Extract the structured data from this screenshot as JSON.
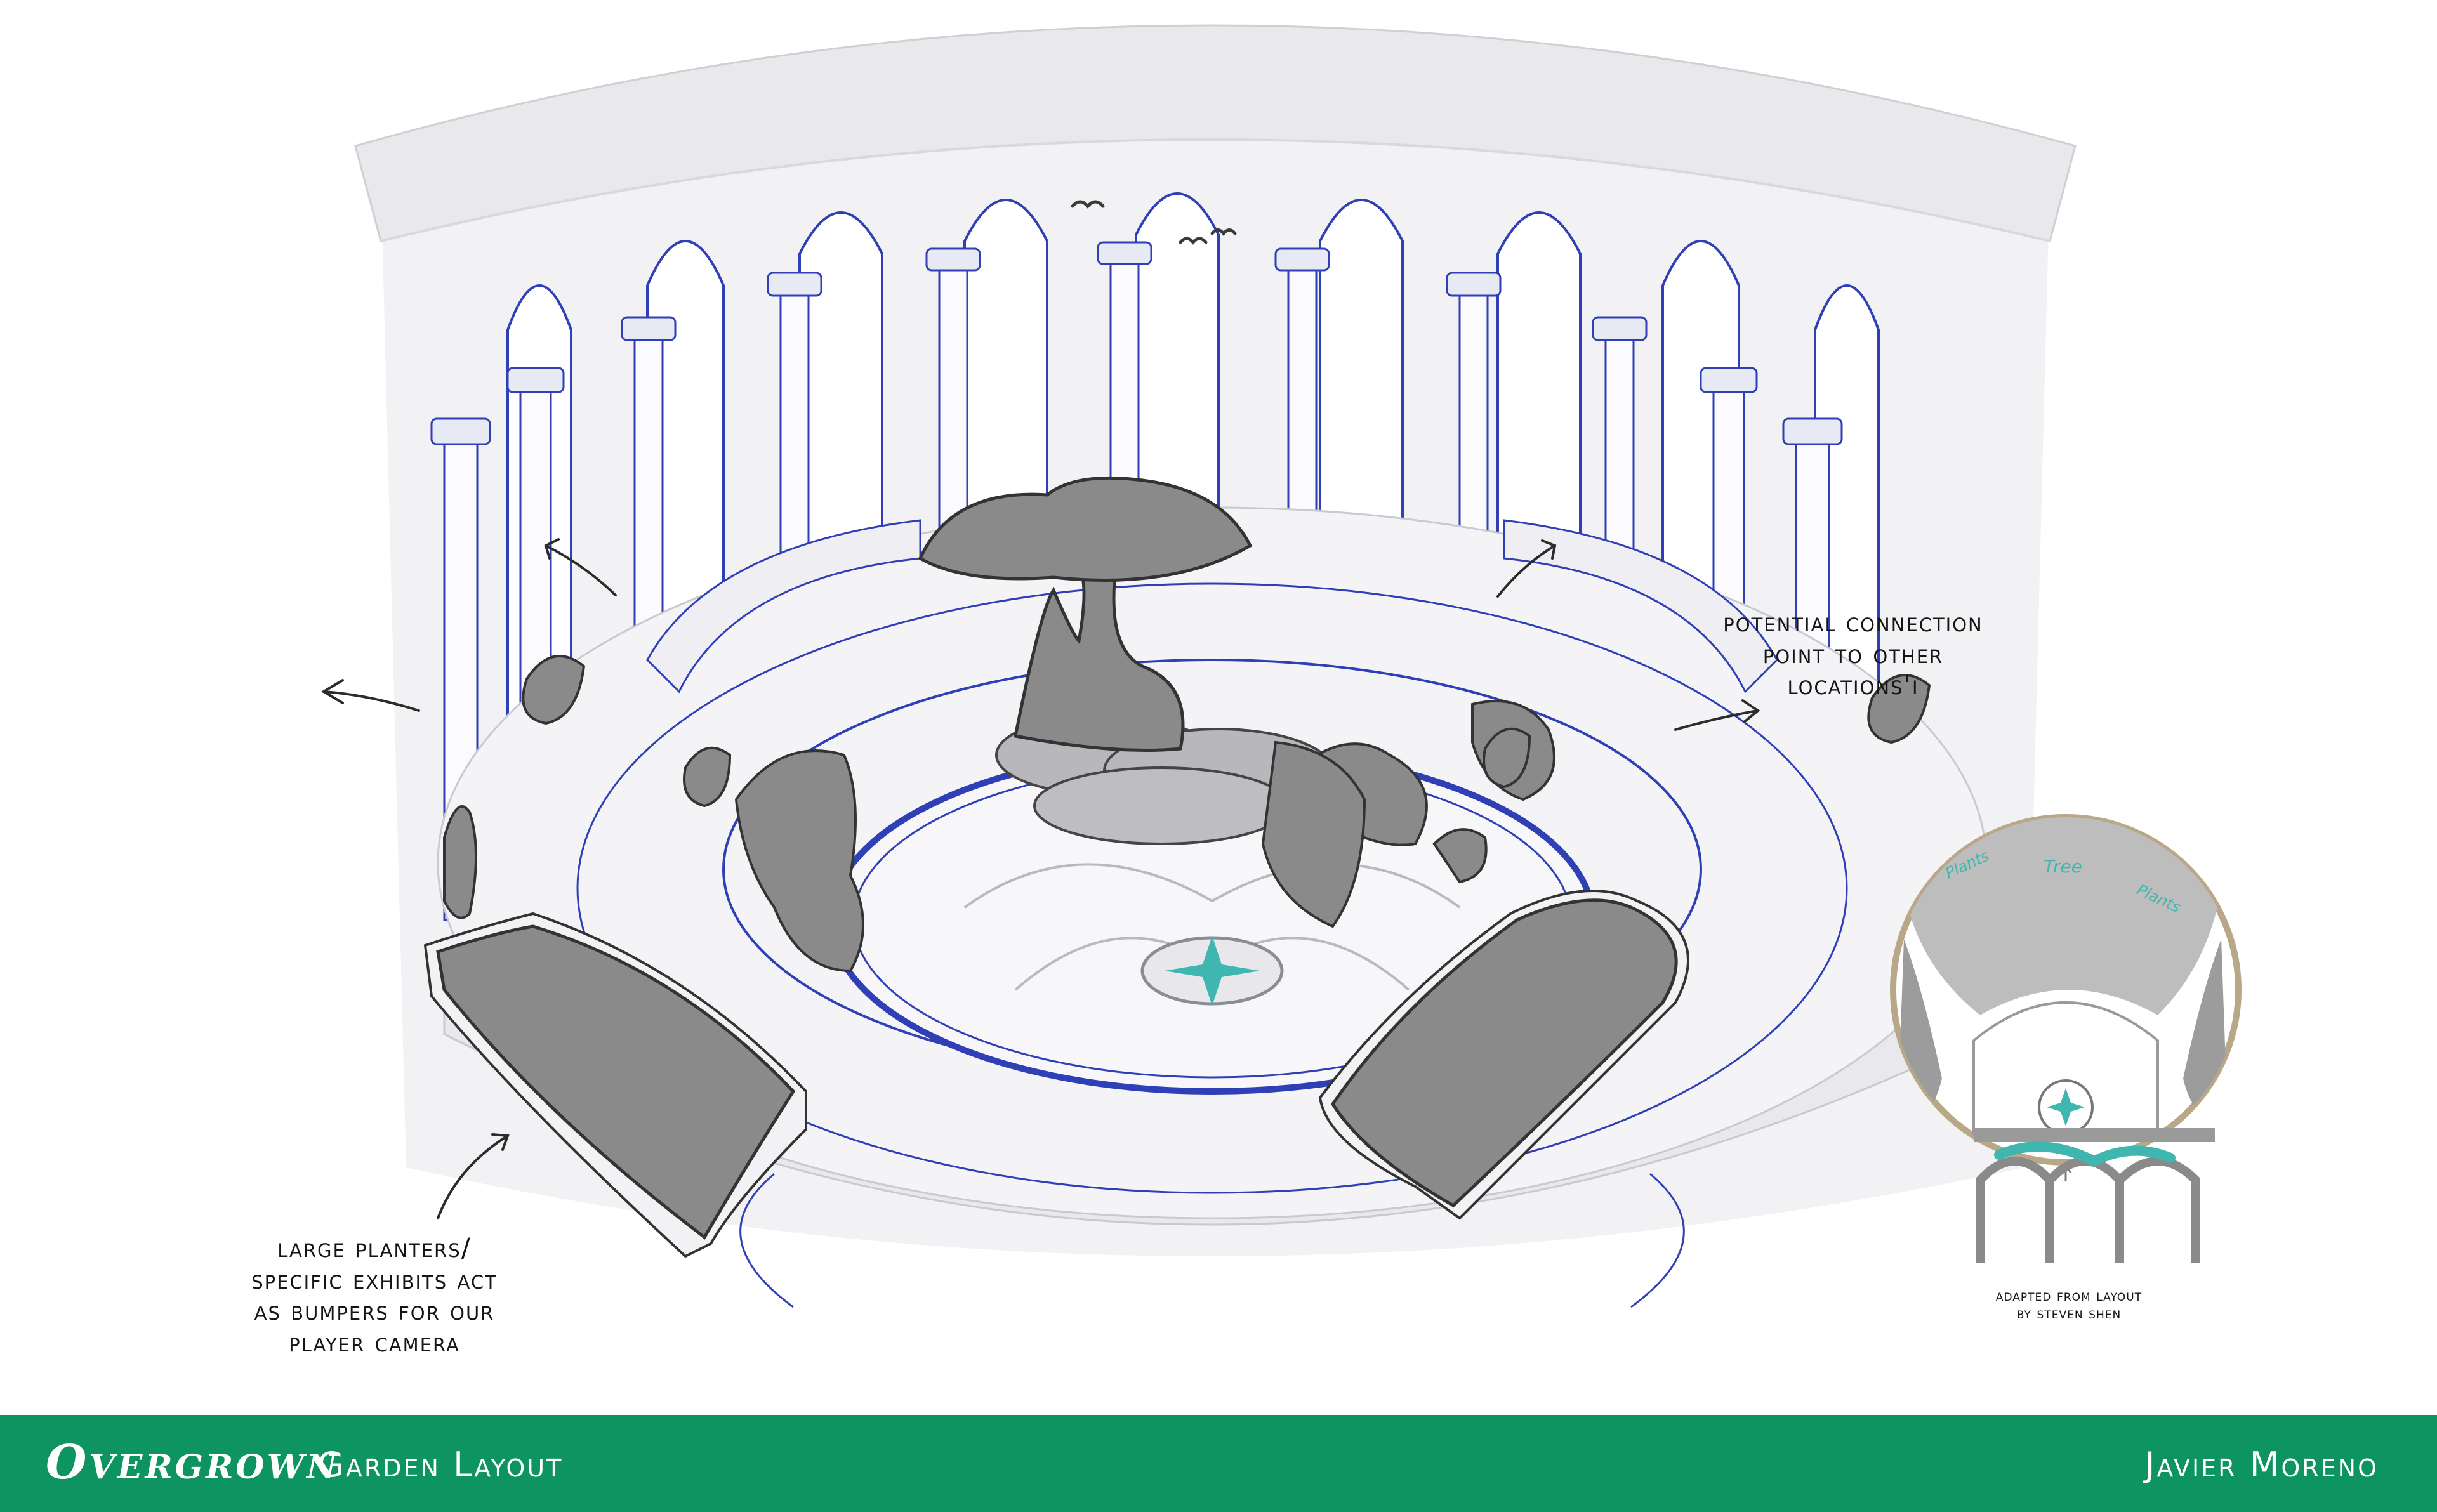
{
  "notes": {
    "planters": [
      "LARGE PLANTERS/",
      "SPECIFIC EXHIBITS ACT",
      "AS BUMPERS FOR OUR",
      "PLAYER CAMERA"
    ],
    "connection": [
      "POTENTIAL CONNECTION",
      "POINT TO OTHER",
      "LOCATIONS'I"
    ],
    "credit": [
      "ADAPTED FROM LAYOUT",
      "BY STEVEN SHEN"
    ]
  },
  "thumbnail_labels": {
    "left": "Plants",
    "center": "Tree",
    "right": "Plants"
  },
  "footer": {
    "brand": "Overgrown",
    "section": "Garden Layout",
    "author": "Javier Moreno"
  },
  "colors": {
    "footer_bg": "#0d9460",
    "accent_blue": "#2f3fb5",
    "accent_teal": "#3fb7b0",
    "foliage_gray": "#8a8a8a"
  }
}
